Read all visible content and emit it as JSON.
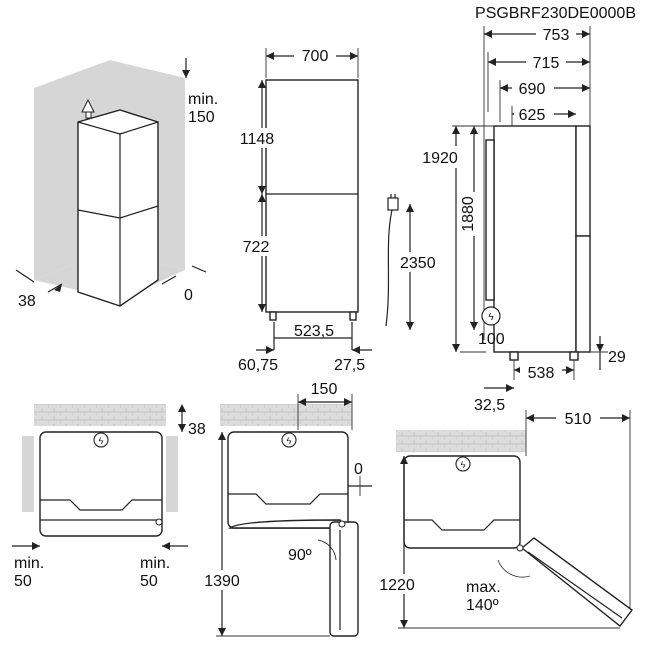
{
  "model_code": "PSGBRF230DE0000B",
  "iso_view": {
    "top_clearance": "min.\n150",
    "side_left": "38",
    "side_right": "0"
  },
  "front_view": {
    "width": "700",
    "upper_height": "1148",
    "lower_height": "722",
    "feet_span": "523,5",
    "left_offset": "60,75",
    "right_offset": "27,5"
  },
  "cable": {
    "length": "2350"
  },
  "side_view": {
    "depth_total": "753",
    "depth_715": "715",
    "depth_690": "690",
    "depth_625": "625",
    "height_total": "1920",
    "height_body": "1880",
    "bottom_100": "100",
    "bottom_29": "29",
    "feet_depth": "538",
    "rear_offset": "32,5"
  },
  "top_views": {
    "a": {
      "rear_gap": "38",
      "min_left": "min.\n50",
      "min_right": "min.\n50"
    },
    "b": {
      "hinge_clearance": "150",
      "side_gap": "0",
      "door_angle": "90º",
      "total_depth": "1390"
    },
    "c": {
      "width_510": "510",
      "total_depth": "1220",
      "door_angle": "max.\n140º"
    }
  }
}
